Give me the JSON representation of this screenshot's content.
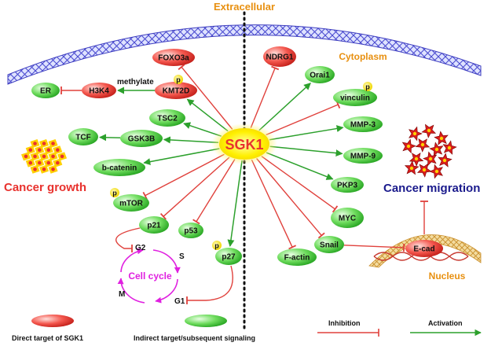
{
  "regions": {
    "extracellular": "Extracellular",
    "cytoplasm": "Cytoplasm",
    "nucleus": "Nucleus"
  },
  "hub": {
    "label": "SGK1"
  },
  "phenotypes": {
    "cancer_growth": "Cancer growth",
    "cancer_migration": "Cancer migration",
    "cell_cycle": "Cell cycle"
  },
  "phases": {
    "g2": "G2",
    "s": "S",
    "m": "M",
    "g1": "G1"
  },
  "annotations": {
    "methylate": "methylate",
    "phospho": "p"
  },
  "nodes": {
    "foxo3a": "FOXO3a",
    "kmt2d": "KMT2D",
    "h3k4": "H3K4",
    "er": "ER",
    "tsc2": "TSC2",
    "gsk3b": "GSK3B",
    "tcf": "TCF",
    "bcatenin": "b-catenin",
    "mtor": "mTOR",
    "p21": "p21",
    "p53": "p53",
    "p27": "p27",
    "ndrg1": "NDRG1",
    "orai1": "Orai1",
    "vinculin": "vinculin",
    "mmp3": "MMP-3",
    "mmp9": "MMP-9",
    "pkp3": "PKP3",
    "myc": "MYC",
    "snail": "Snail",
    "factin": "F-actin",
    "ecad": "E-cad"
  },
  "legend": {
    "direct": "Direct target of SGK1",
    "indirect": "Indirect target/subsequent signaling",
    "inhibition": "Inhibition",
    "activation": "Activation"
  },
  "colors": {
    "direct": "#e8322e",
    "indirect": "#3cc43c",
    "inhibition": "#e0413c",
    "activation": "#2ca02c",
    "hub": "#ffee00",
    "membrane": "#5a5ad6",
    "cell_cycle": "#e020e0",
    "migration": "#1a1a8c",
    "growth": "#e8322e",
    "region": "#e89010",
    "phospho": "#f5e600"
  }
}
